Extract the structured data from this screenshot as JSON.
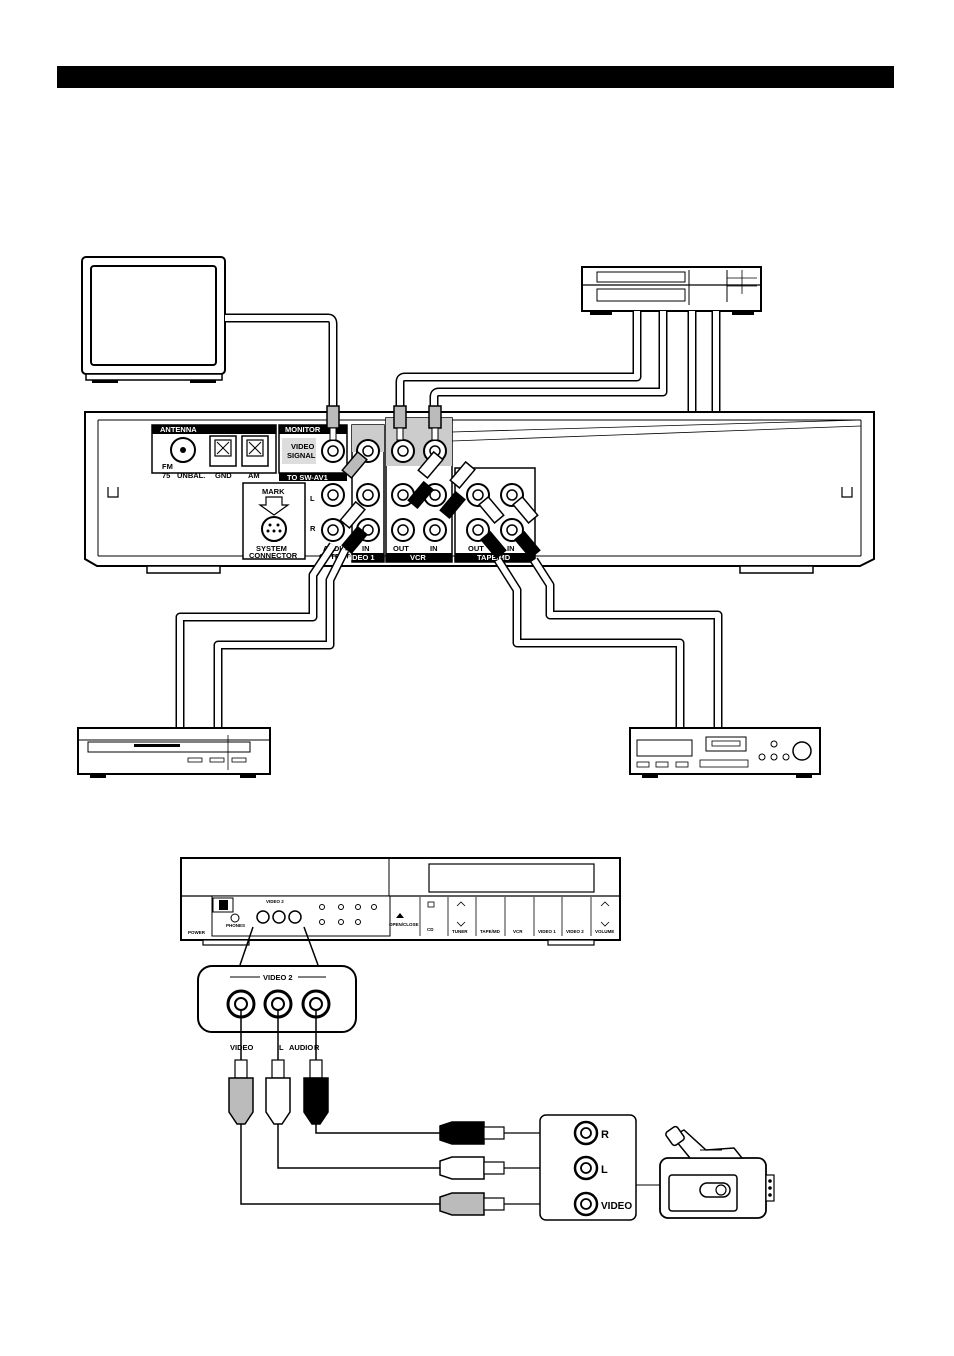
{
  "receiver_panel": {
    "antenna_label": "ANTENNA",
    "fm_label": "FM",
    "fm_ohm": "75",
    "unbal_label": "UNBAL.",
    "gnd_label": "GND",
    "am_label": "AM",
    "monitor_label": "MONITOR",
    "video_signal_line1": "VIDEO",
    "video_signal_line2": "SIGNAL",
    "to_swav1_label": "TO SW-AV1",
    "mark_label": "MARK",
    "system_connector_line1": "SYSTEM",
    "system_connector_line2": "CONNECTOR",
    "audio_output_line1": "AUDIO",
    "audio_output_line2": "OUTPUT",
    "in_label": "IN",
    "out_label": "OUT",
    "video1_label": "VIDEO 1",
    "vcr_label": "VCR",
    "tape_md_label": "TAPE/MD"
  },
  "front_panel": {
    "power_label": "POWER",
    "phones_label": "PHONES",
    "video2_small_label": "VIDEO 2",
    "open_close_label": "OPEN/CLOSE",
    "cd_label": "CD",
    "tuner_label": "TUNER",
    "tape_md_label": "TAPE/MD",
    "vcr_label": "VCR",
    "video1_label": "VIDEO 1",
    "video2_label": "VIDEO 2",
    "volume_label": "VOLUME"
  },
  "video2_inset": {
    "title": "VIDEO 2",
    "video_label": "VIDEO",
    "l_label": "L",
    "audio_label": "AUDIO",
    "r_label": "R"
  },
  "camcorder_jacks": {
    "r_label": "R",
    "l_label": "L",
    "video_label": "VIDEO"
  }
}
